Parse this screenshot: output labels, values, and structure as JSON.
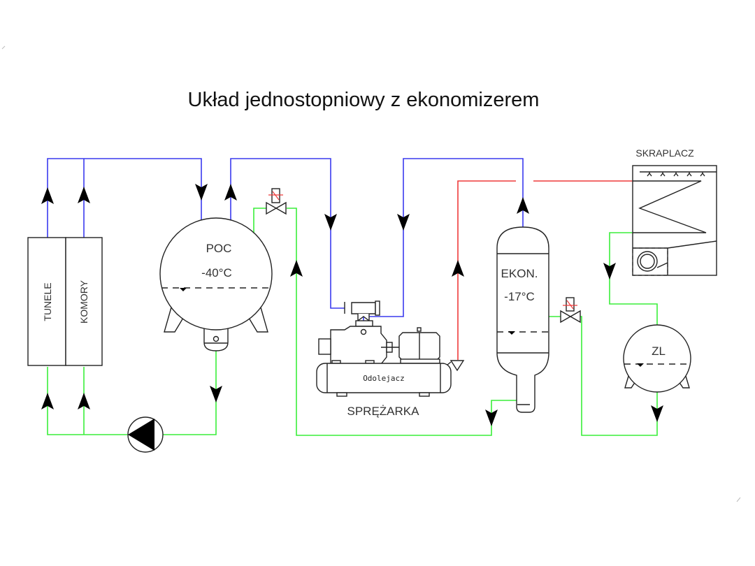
{
  "title": "Układ jednostopniowy z ekonomizerem",
  "colors": {
    "suction_line": "#3a3aee",
    "discharge_line": "#ee3a3a",
    "liquid_line": "#3aee3a",
    "equipment_stroke": "#222222",
    "background": "#ffffff"
  },
  "equipment": {
    "tunele": "TUNELE",
    "komory": "KOMORY",
    "poc_name": "POC",
    "poc_temp": "-40°C",
    "compressor_name": "SPRĘŻARKA",
    "oil_separator": "Odolejacz",
    "ekon_name": "EKON.",
    "ekon_temp": "-17°C",
    "condenser": "SKRAPLACZ",
    "receiver": "ZL"
  },
  "lines": [
    {
      "id": "suction-evaporators",
      "type": "suction"
    },
    {
      "id": "suction-poc-compressor",
      "type": "suction"
    },
    {
      "id": "suction-ekon-compressor",
      "type": "suction"
    },
    {
      "id": "discharge-compressor-condenser",
      "type": "discharge"
    },
    {
      "id": "liquid-condenser-receiver",
      "type": "liquid"
    },
    {
      "id": "liquid-receiver-ekon",
      "type": "liquid"
    },
    {
      "id": "liquid-ekon-poc",
      "type": "liquid"
    },
    {
      "id": "liquid-pump-evaporators",
      "type": "liquid"
    }
  ]
}
